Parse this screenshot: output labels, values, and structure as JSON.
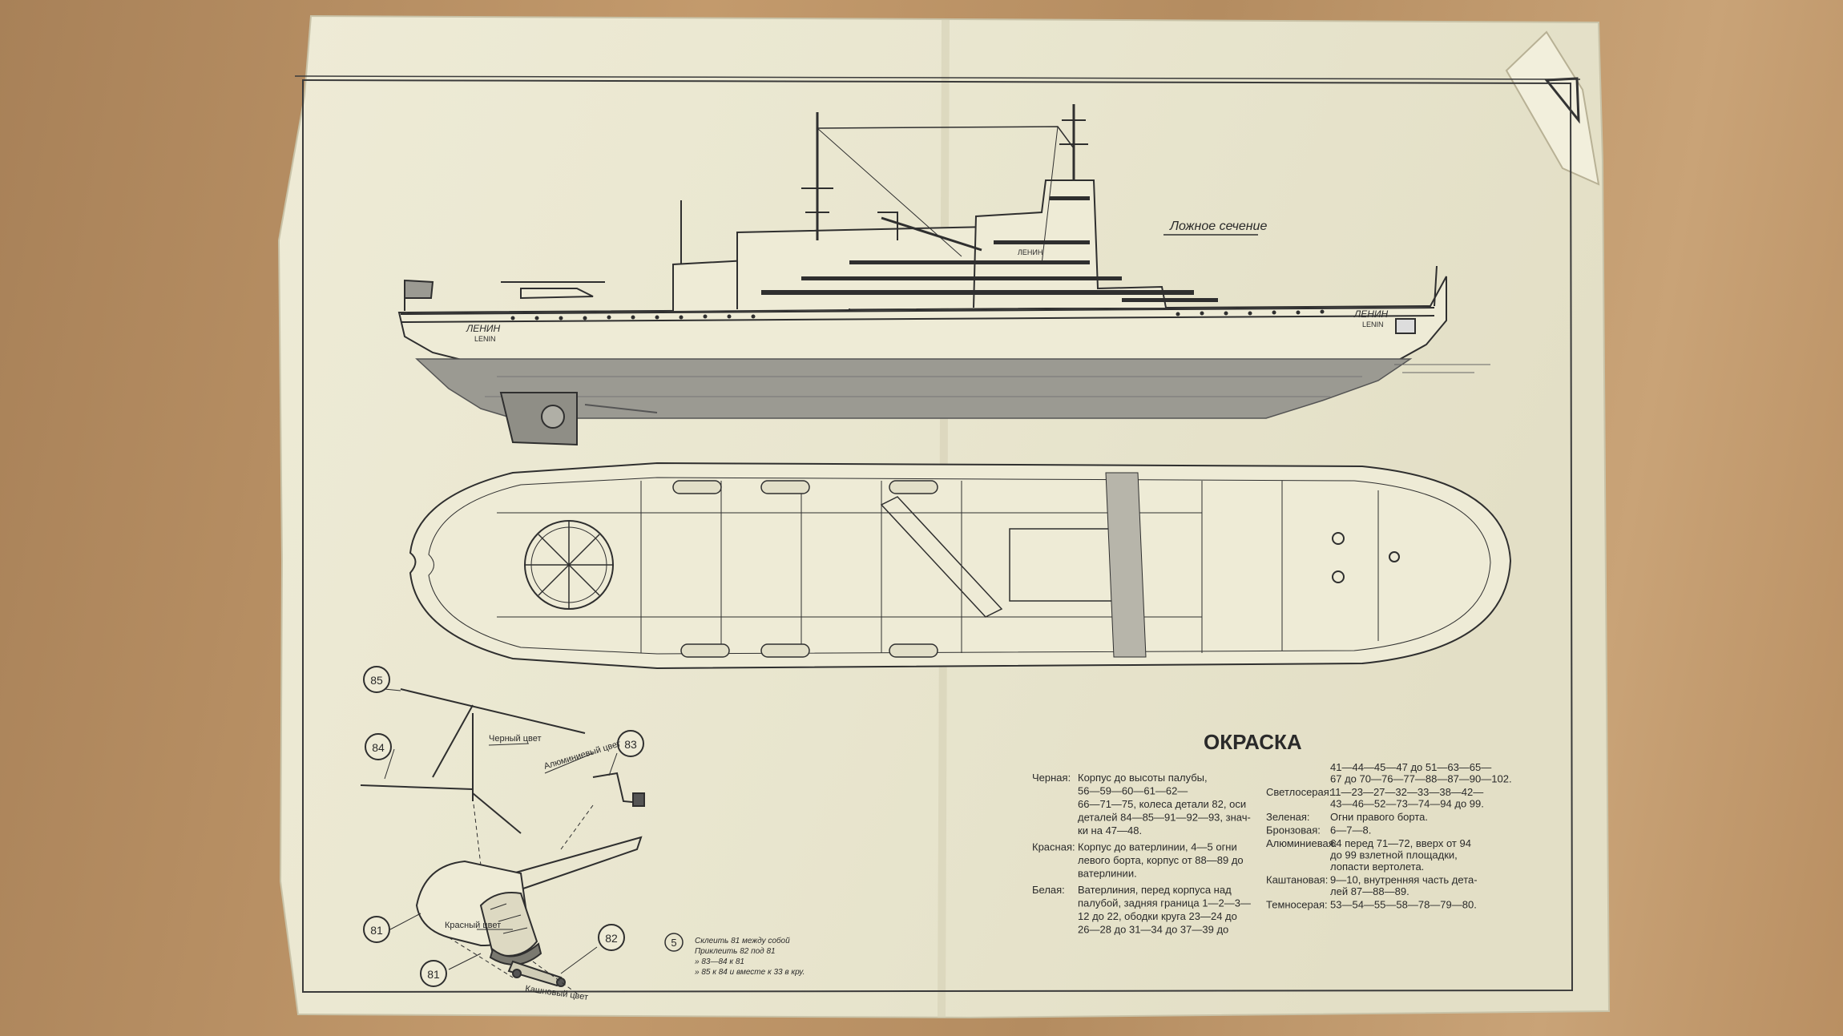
{
  "ship": {
    "name_ru_stern": "ЛЕНИН",
    "name_en_stern": "LENIN",
    "name_ru_bow": "ЛЕНИН",
    "name_en_bow": "LENIN",
    "name_ru_bridge": "ЛЕНИН",
    "annotation": "Ложное сечение"
  },
  "helicopter": {
    "callouts": [
      "85",
      "84",
      "83",
      "81",
      "81",
      "82"
    ],
    "color_labels": {
      "black": "Черный цвет",
      "aluminium": "Алюминиевый цвет",
      "red": "Красный цвет",
      "chestnut": "Кашновый цвет"
    }
  },
  "assembly_step": {
    "number": "5",
    "lines": [
      "Склеить 81 между собой",
      "Приклеить 82 под 81",
      "»          83—84 к 81",
      "»          85 к 84 и вместе к 33 в кру."
    ]
  },
  "painting": {
    "title": "ОКРАСКА",
    "left_column": [
      {
        "label": "Черная:",
        "lines": [
          "Корпус до высоты палубы,",
          "56—59—60—61—62—",
          "66—71—75, колеса детали 82, оси",
          "деталей 84—85—91—92—93, знач-",
          "ки на 47—48."
        ]
      },
      {
        "label": "Красная:",
        "lines": [
          "Корпус до ватерлинии, 4—5 огни",
          "левого борта, корпус от 88—89 до",
          "ватерлинии."
        ]
      },
      {
        "label": "Белая:",
        "lines": [
          "Ватерлиния, перед корпуса над",
          "палубой, задняя граница 1—2—3—",
          "12 до 22, ободки круга 23—24 до",
          "26—28 до 31—34 до 37—39 до"
        ]
      }
    ],
    "right_column": [
      {
        "label": "",
        "lines": [
          "41—44—45—47  до  51—63—65—",
          "67 до 70—76—77—88—87—90—102."
        ]
      },
      {
        "label": "Светлосерая:",
        "lines": [
          "11—23—27—32—33—38—42—",
          "43—46—52—73—74—94 до 99."
        ]
      },
      {
        "label": "Зеленая:",
        "lines": [
          "Огни правого борта."
        ]
      },
      {
        "label": "Бронзовая:",
        "lines": [
          "6—7—8."
        ]
      },
      {
        "label": "Алюминиевая:",
        "lines": [
          "64 перед 71—72, вверх от 94",
          "до 99 взлетной площадки,",
          "лопасти вертолета."
        ]
      },
      {
        "label": "Каштановая:",
        "lines": [
          "9—10, внутренняя часть дета-",
          "лей 87—88—89."
        ]
      },
      {
        "label": "Темносерая:",
        "lines": [
          "53—54—55—58—78—79—80."
        ]
      }
    ]
  }
}
